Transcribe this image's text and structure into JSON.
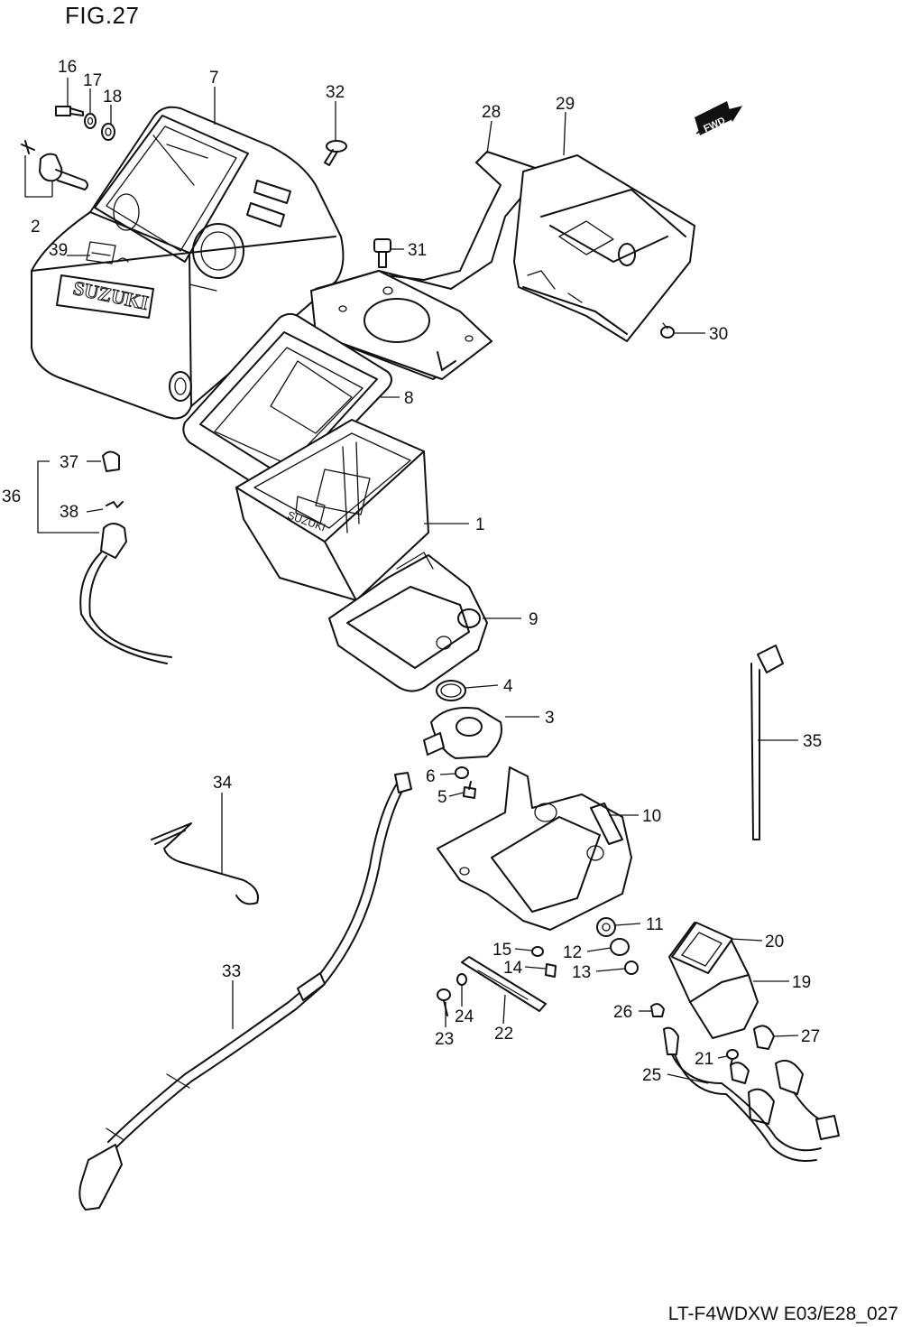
{
  "figure": {
    "title": "FIG.27",
    "footer_code": "LT-F4WDXW E03/E28_027"
  },
  "direction_arrow": {
    "label": "FWD",
    "icon": "fwd-arrow-icon"
  },
  "parts": [
    {
      "id": "1",
      "label": "1"
    },
    {
      "id": "2",
      "label": "2"
    },
    {
      "id": "3",
      "label": "3"
    },
    {
      "id": "4",
      "label": "4"
    },
    {
      "id": "5",
      "label": "5"
    },
    {
      "id": "6",
      "label": "6"
    },
    {
      "id": "7",
      "label": "7"
    },
    {
      "id": "8",
      "label": "8"
    },
    {
      "id": "9",
      "label": "9"
    },
    {
      "id": "10",
      "label": "10"
    },
    {
      "id": "11",
      "label": "11"
    },
    {
      "id": "12",
      "label": "12"
    },
    {
      "id": "13",
      "label": "13"
    },
    {
      "id": "14",
      "label": "14"
    },
    {
      "id": "15",
      "label": "15"
    },
    {
      "id": "16",
      "label": "16"
    },
    {
      "id": "17",
      "label": "17"
    },
    {
      "id": "18",
      "label": "18"
    },
    {
      "id": "19",
      "label": "19"
    },
    {
      "id": "20",
      "label": "20"
    },
    {
      "id": "21",
      "label": "21"
    },
    {
      "id": "22",
      "label": "22"
    },
    {
      "id": "23",
      "label": "23"
    },
    {
      "id": "24",
      "label": "24"
    },
    {
      "id": "25",
      "label": "25"
    },
    {
      "id": "26",
      "label": "26"
    },
    {
      "id": "27",
      "label": "27"
    },
    {
      "id": "28",
      "label": "28"
    },
    {
      "id": "29",
      "label": "29"
    },
    {
      "id": "30",
      "label": "30"
    },
    {
      "id": "31",
      "label": "31"
    },
    {
      "id": "32",
      "label": "32"
    },
    {
      "id": "33",
      "label": "33"
    },
    {
      "id": "34",
      "label": "34"
    },
    {
      "id": "35",
      "label": "35"
    },
    {
      "id": "36",
      "label": "36"
    },
    {
      "id": "37",
      "label": "37"
    },
    {
      "id": "38",
      "label": "38"
    },
    {
      "id": "39",
      "label": "39"
    }
  ]
}
